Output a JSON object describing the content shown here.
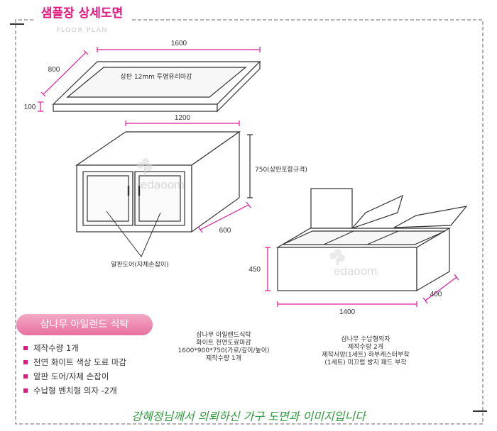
{
  "header": {
    "title": "샘플장 상세도면",
    "subtitle": "FLOOR PLAN"
  },
  "drawing": {
    "top_panel": {
      "width_dim": "1600",
      "depth_dim": "800",
      "thickness_dim": "100",
      "material_label": "상판 12mm 투명유리마감"
    },
    "cabinet": {
      "width_dim": "1200",
      "height_dim": "750(상판포함규격)",
      "depth_dim": "600",
      "door_label": "알판도어(자체손잡이)"
    },
    "storage_bench": {
      "height_dim": "450",
      "width_dim": "1400",
      "depth_dim": "400"
    },
    "watermark": "edaoom"
  },
  "product_badge": "삼나무 아일랜드 식탁",
  "specs": [
    "제작수량  1개",
    "천연 화이트 색상 도료 마감",
    "알판 도어/자체 손잡이",
    "수납형 벤치형 의자 -2개"
  ],
  "table_info": [
    "삼나무 아일랜드식탁",
    "화이트 천연도료마감",
    "1600*900*750(가로/깊이/높이)",
    "제작수량 1개"
  ],
  "bench_info": [
    "삼나무 수납형의자",
    "제작수량 2개",
    "제작사양(1세트) 하부캐스터부착",
    "(1세트) 미끄럼 방지 패드 부착"
  ],
  "footer": "강혜정님께서 의뢰하신 가구 도면과 이미지입니다",
  "colors": {
    "accent": "#e2187f",
    "dimension": "#e0189a",
    "footer": "#2e9b3d"
  }
}
